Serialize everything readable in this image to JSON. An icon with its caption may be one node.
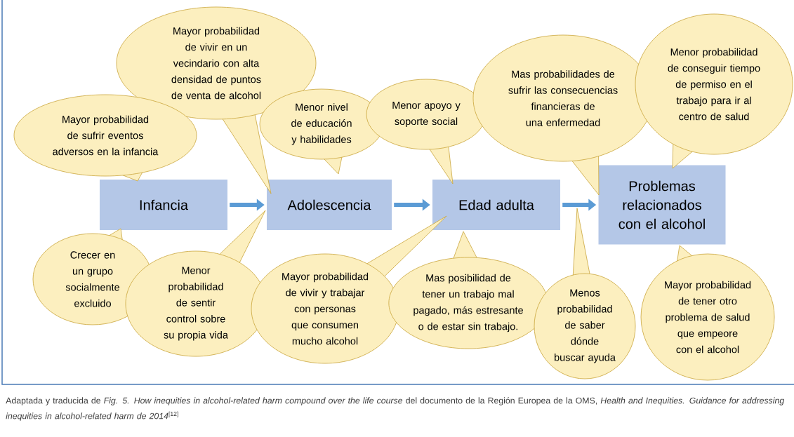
{
  "diagram": {
    "caption": "Adaptada y traducida de *Fig. 5. How inequities in alcohol-related harm compound over the life course* del documento de la Región Europea de la OMS, *Health and Inequities. Guidance for addressing inequities in alcohol-related harm de 2014*$^{[12]}$",
    "nodes": [
      {
        "text": [
          "Infancia"
        ]
      },
      {
        "text": [
          "Adolescencia"
        ]
      },
      {
        "text": [
          "Edad adulta"
        ]
      },
      {
        "text": [
          "Problemas relacionados con el alcohol"
        ]
      },
      {
        "text": [
          "Mayor probabilidad de vivir en un vecindario con alta densidad de puntos de venta de alcohol"
        ]
      },
      {
        "text": [
          "Mayor probabilidad de sufrir eventos adversos en la infancia"
        ]
      },
      {
        "text": [
          "Menor nivel de educación y habilidades"
        ]
      },
      {
        "text": [
          "Menor apoyo y soporte social"
        ]
      },
      {
        "text": [
          "Mas probabilidades de sufrir las consecuencias financieras de una enfermedad"
        ]
      },
      {
        "text": [
          "Menor probabilidad de conseguir tiempo de permiso en el trabajo para ir al centro de salud"
        ]
      },
      {
        "text": [
          "Crecer en un grupo socialmente excluido"
        ]
      },
      {
        "text": [
          "Menor probabilidad de sentir control sobre su propia vida"
        ]
      },
      {
        "text": [
          "Mayor probabilidad de vivir y trabajar con personas que consumen mucho alcohol"
        ]
      },
      {
        "text": [
          "Mas posibilidad de tener un trabajo mal pagado, más estresante o de estar sin trabajo."
        ]
      },
      {
        "text": [
          "Menos probabilidad de saber dónde buscar ayuda"
        ]
      },
      {
        "text": [
          "Mayor probabilidad de tener otro problema de salud que empeore con el alcohol"
        ]
      }
    ],
    "edges": [
      {
        "from": 0,
        "to": 1,
        "arrow": "to"
      },
      {
        "from": 1,
        "to": 2,
        "arrow": "to"
      },
      {
        "from": 2,
        "to": 3,
        "arrow": "to"
      }
    ]
  }
}
